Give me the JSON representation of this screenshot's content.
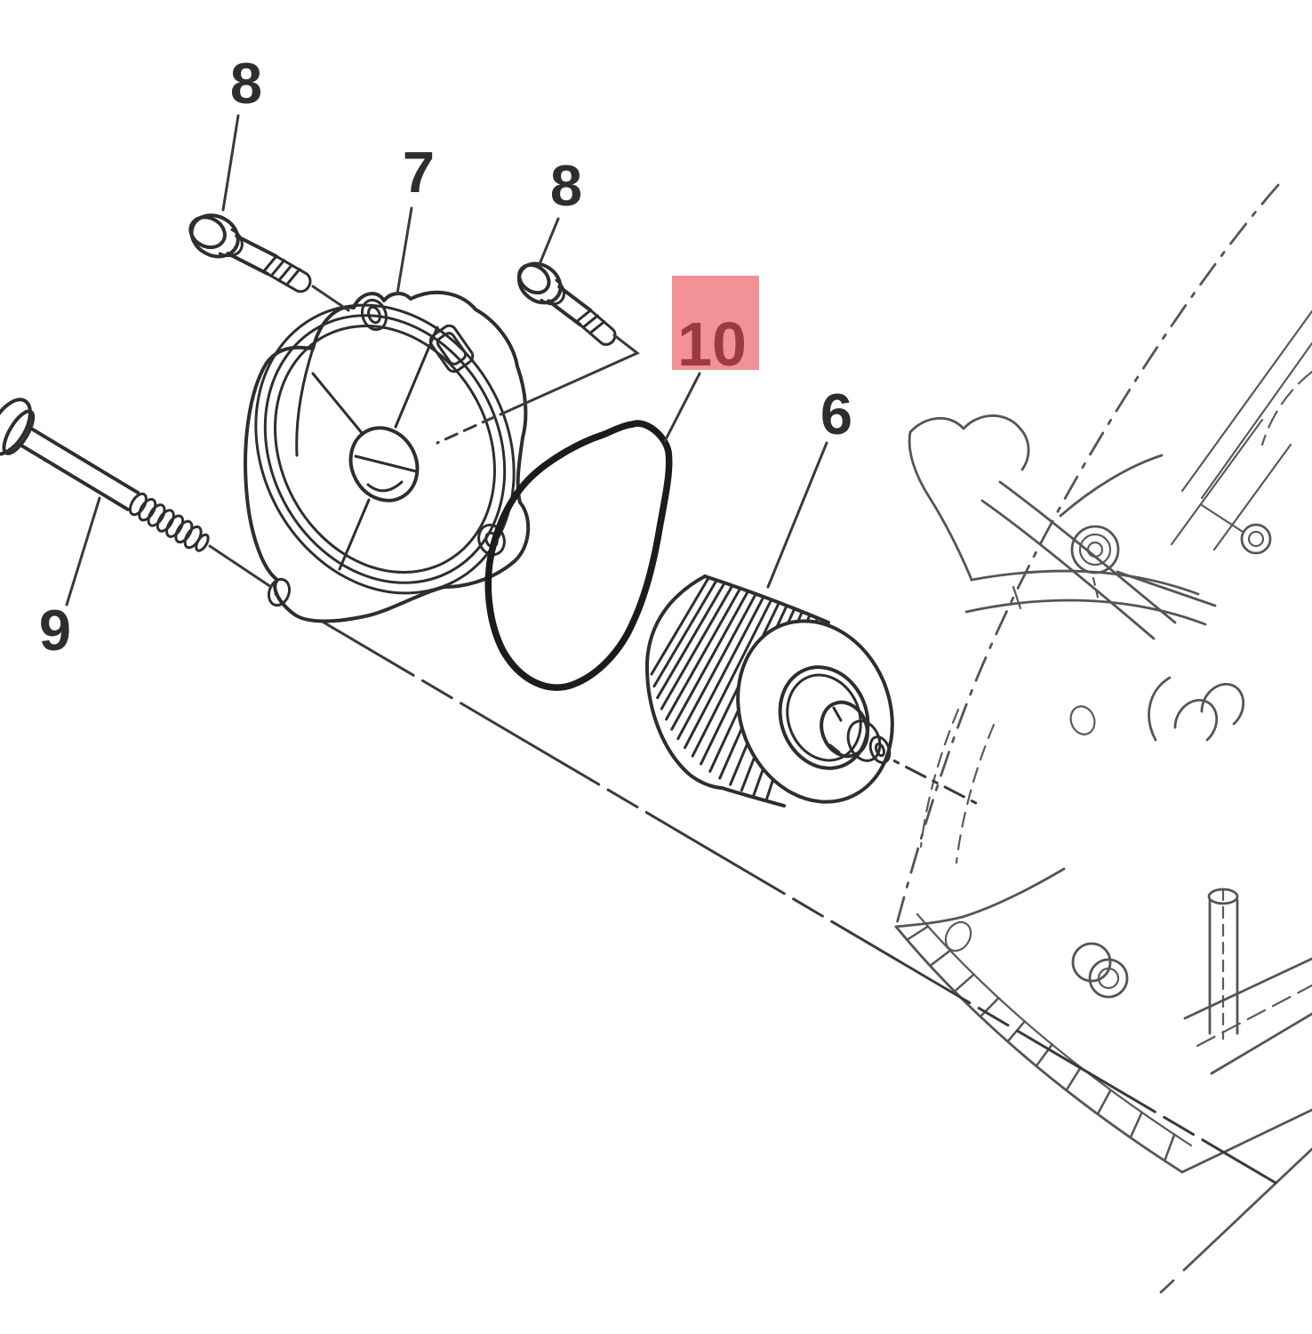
{
  "diagram": {
    "type": "exploded-parts-diagram",
    "background": "#ffffff",
    "colors": {
      "highlight_bg": "#F29296",
      "highlight_text": "#9C3A40",
      "callout_text": "#2E2E2E",
      "part_line": "#2E2E2E",
      "case_line": "#555555"
    },
    "callouts": [
      {
        "id": "8a",
        "text": "8",
        "highlighted": false
      },
      {
        "id": "7",
        "text": "7",
        "highlighted": false
      },
      {
        "id": "8b",
        "text": "8",
        "highlighted": false
      },
      {
        "id": "9",
        "text": "9",
        "highlighted": false
      },
      {
        "id": "10",
        "text": "10",
        "highlighted": true
      },
      {
        "id": "6",
        "text": "6",
        "highlighted": false
      }
    ]
  }
}
